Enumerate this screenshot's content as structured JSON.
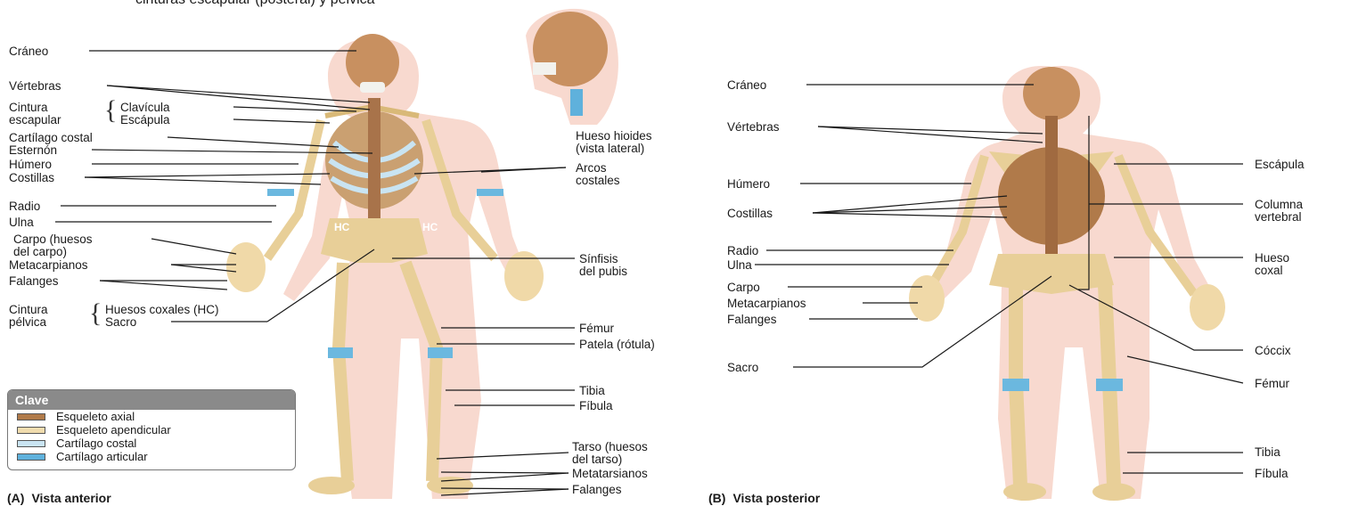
{
  "header": {
    "cut_text": "cinturas escapular (posteral) y pélvica"
  },
  "anterior": {
    "caption_letter": "(A)",
    "caption": "Vista anterior",
    "labels": {
      "craneo": "Cráneo",
      "vertebras": "Vértebras",
      "cintura_escapular_1": "Cintura",
      "cintura_escapular_2": "escapular",
      "clavicula": "Clavícula",
      "escapula": "Escápula",
      "cartilago_costal": "Cartílago costal",
      "esternon": "Esternón",
      "humero": "Húmero",
      "costillas": "Costillas",
      "radio": "Radio",
      "ulna": "Ulna",
      "carpo_1": "Carpo (huesos",
      "carpo_2": "del carpo)",
      "metacarpianos": "Metacarpianos",
      "falanges_mano": "Falanges",
      "cintura_pelvica_1": "Cintura",
      "cintura_pelvica_2": "pélvica",
      "huesos_coxales": "Huesos coxales (HC)",
      "sacro": "Sacro",
      "hioides_1": "Hueso hioides",
      "hioides_2": "(vista lateral)",
      "arcos_1": "Arcos",
      "arcos_2": "costales",
      "sinfisis_1": "Sínfisis",
      "sinfisis_2": "del pubis",
      "femur": "Fémur",
      "patela": "Patela (rótula)",
      "tibia": "Tibia",
      "fibula": "Fíbula",
      "tarso_1": "Tarso (huesos",
      "tarso_2": "del tarso)",
      "metatarsianos": "Metatarsianos",
      "falanges_pie": "Falanges",
      "hc": "HC"
    }
  },
  "posterior": {
    "caption_letter": "(B)",
    "caption": "Vista posterior",
    "labels": {
      "craneo": "Cráneo",
      "vertebras": "Vértebras",
      "humero": "Húmero",
      "costillas": "Costillas",
      "radio": "Radio",
      "ulna": "Ulna",
      "carpo": "Carpo",
      "metacarpianos": "Metacarpianos",
      "falanges": "Falanges",
      "sacro": "Sacro",
      "escapula": "Escápula",
      "columna_1": "Columna",
      "columna_2": "vertebral",
      "hueso_coxal_1": "Hueso",
      "hueso_coxal_2": "coxal",
      "coccix": "Cóccix",
      "femur": "Fémur",
      "tibia": "Tibia",
      "fibula": "Fíbula"
    }
  },
  "legend": {
    "title": "Clave",
    "items": [
      {
        "label": "Esqueleto axial",
        "color": "#b07a4a"
      },
      {
        "label": "Esqueleto apendicular",
        "color": "#f0dcae"
      },
      {
        "label": "Cartílago costal",
        "color": "#c9e4f2"
      },
      {
        "label": "Cartílago articular",
        "color": "#5fb1dc"
      }
    ]
  },
  "colors": {
    "skin": "#f8d9cf",
    "axial": "#b07a4a",
    "appendicular": "#e8cf98",
    "costal_cartilage": "#c9e4f2",
    "articular_cartilage": "#6bb8df"
  }
}
